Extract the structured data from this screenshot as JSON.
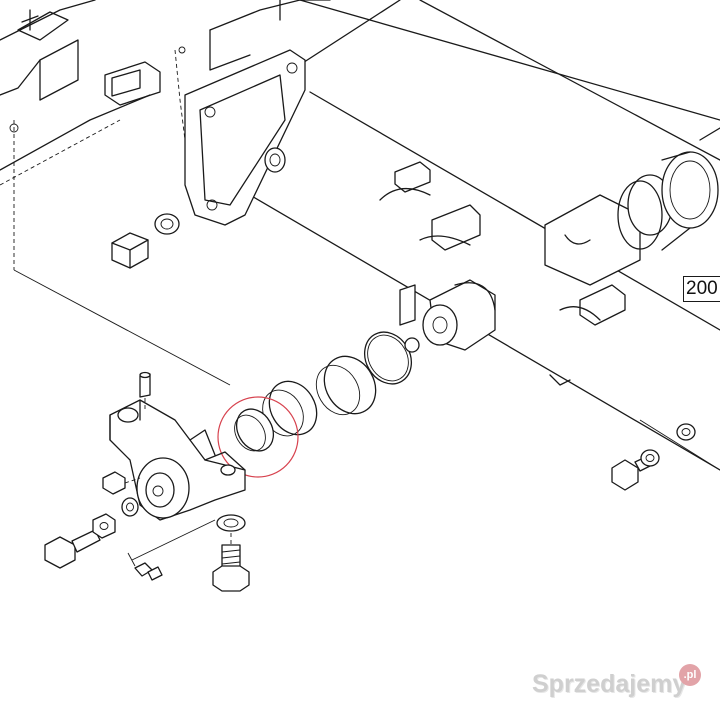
{
  "diagram": {
    "part_reference": "200",
    "highlighted_part": "ring-circled"
  },
  "watermark": {
    "text": "Sprzedajemy",
    "badge": ".pl"
  },
  "colors": {
    "line": "#1a1a1a",
    "highlight_circle": "#d7434f",
    "watermark": "#cfcfcf"
  }
}
